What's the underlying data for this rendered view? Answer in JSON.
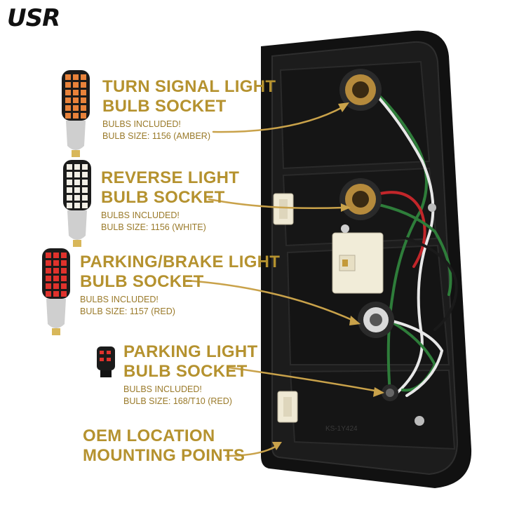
{
  "logo": {
    "text": "USR",
    "brand_color": "#c9a24a"
  },
  "sections": [
    {
      "id": "turn",
      "title1": "TURN SIGNAL LIGHT",
      "title2": "BULB SOCKET",
      "line1": "BULBS INCLUDED!",
      "line2": "BULB SIZE: 1156 (AMBER)",
      "led_color": "#e8823a"
    },
    {
      "id": "reverse",
      "title1": "REVERSE LIGHT",
      "title2": "BULB SOCKET",
      "line1": "BULBS INCLUDED!",
      "line2": "BULB SIZE: 1156 (WHITE)",
      "led_color": "#f2efe6"
    },
    {
      "id": "brake",
      "title1": "PARKING/BRAKE LIGHT",
      "title2": "BULB SOCKET",
      "line1": "BULBS INCLUDED!",
      "line2": "BULB SIZE: 1157 (RED)",
      "led_color": "#e0322c"
    },
    {
      "id": "parking",
      "title1": "PARKING LIGHT",
      "title2": "BULB SOCKET",
      "line1": "BULBS INCLUDED!",
      "line2": "BULB SIZE: 168/T10 (RED)",
      "led_color": "#e0322c"
    },
    {
      "id": "oem",
      "title1": "OEM LOCATION",
      "title2": "MOUNTING POINTS"
    }
  ],
  "colors": {
    "gold": "#b5922f",
    "arrow": "#c9a24a",
    "housing": "#101010"
  },
  "housing_stamp": "KS-1Y424"
}
